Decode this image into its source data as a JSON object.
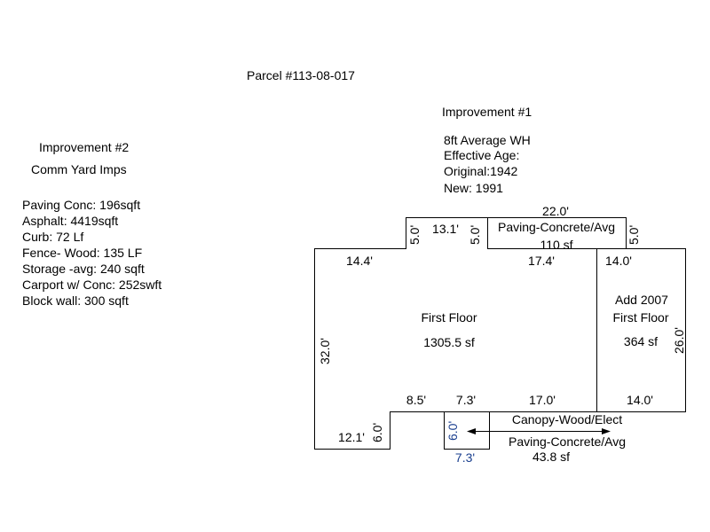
{
  "parcel": "Parcel #113-08-017",
  "improvement1": {
    "title": "Improvement #1",
    "lines": [
      "8ft Average WH",
      "Effective Age:",
      "Original:1942",
      "New: 1991"
    ]
  },
  "improvement2": {
    "title": "Improvement #2",
    "subtitle": "Comm Yard Imps",
    "items": [
      "Paving Conc: 196sqft",
      "Asphalt: 4419sqft",
      "Curb: 72 Lf",
      "Fence- Wood: 135 LF",
      "Storage -avg: 240 sqft",
      "Carport w/ Conc: 252swft",
      "Block wall: 300 sqft"
    ]
  },
  "areas": {
    "first_floor": {
      "name": "First Floor",
      "area": "1305.5 sf"
    },
    "addition": {
      "name_line1": "Add 2007",
      "name_line2": "First Floor",
      "area": "364 sf"
    },
    "top_paving": {
      "name": "Paving-Concrete/Avg",
      "area": "110 sf"
    },
    "canopy": {
      "name": "Canopy-Wood/Elect"
    },
    "bottom_paving": {
      "name": "Paving-Concrete/Avg",
      "area": "43.8 sf"
    }
  },
  "dimensions": {
    "top_total": "22.0'",
    "top_notch_width": "13.1'",
    "notch_left_h": "5.0'",
    "notch_right_h": "5.0'",
    "paving_right_h": "5.0'",
    "top_left_seg": "14.4'",
    "top_mid_seg": "17.4'",
    "add_top": "14.0'",
    "left_height": "32.0'",
    "add_height": "26.0'",
    "bottom_a": "8.5'",
    "bottom_b": "7.3'",
    "bottom_c": "17.0'",
    "add_bottom": "14.0'",
    "step_bottom": "12.1'",
    "step_h": "6.0'",
    "small_box_h": "6.0'",
    "small_box_w": "7.3'"
  },
  "colors": {
    "line": "#000000",
    "dimension_blue": "#1a3f8f"
  }
}
